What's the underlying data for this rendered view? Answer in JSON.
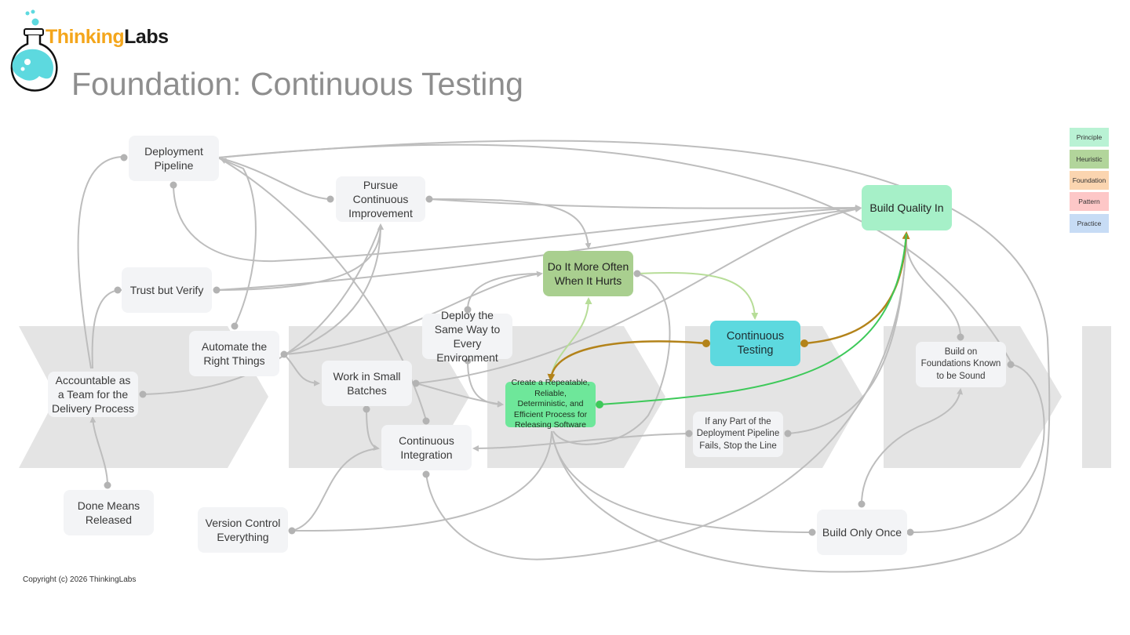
{
  "brand": {
    "part1": "Thinking",
    "part2": "Labs"
  },
  "page": {
    "title": "Foundation: Continuous Testing"
  },
  "legend": [
    {
      "label": "Principle",
      "color": "#b9f2d4"
    },
    {
      "label": "Heuristic",
      "color": "#b2d59b"
    },
    {
      "label": "Foundation",
      "color": "#fbd5b0"
    },
    {
      "label": "Pattern",
      "color": "#fdc7c7"
    },
    {
      "label": "Practice",
      "color": "#c7dcf5"
    }
  ],
  "nodes": {
    "deployment_pipeline": "Deployment Pipeline",
    "pursue_continuous_improvement": "Pursue Continuous Improvement",
    "build_quality_in": "Build Quality In",
    "do_it_more_often": "Do It More Often When It Hurts",
    "trust_but_verify": "Trust but Verify",
    "deploy_same_way": "Deploy the Same Way to Every Environment",
    "automate_right_things": "Automate the Right Things",
    "continuous_testing": "Continuous Testing",
    "build_on_foundations": "Build on Foundations Known to be Sound",
    "accountable_team": "Accountable as a Team for the Delivery Process",
    "work_small_batches": "Work in Small Batches",
    "repeatable_process": "Create a Repeatable, Reliable, Deterministic, and Efficient Process for Releasing Software",
    "continuous_integration": "Continuous Integration",
    "stop_the_line": "If any Part of the Deployment Pipeline Fails, Stop the Line",
    "done_means_released": "Done Means Released",
    "version_control": "Version Control Everything",
    "build_only_once": "Build Only Once"
  },
  "colors": {
    "line": "#bdbdbd",
    "chevron": "#e4e4e4",
    "accent_gold": "#b3831a",
    "accent_green": "#3ec95a",
    "accent_light_green": "#b7dd98"
  },
  "footer": {
    "copyright": "Copyright (c) 2026 ThinkingLabs"
  }
}
